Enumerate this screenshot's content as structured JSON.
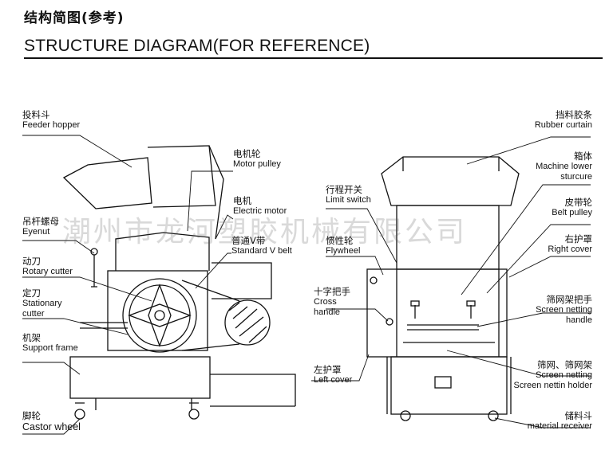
{
  "header": {
    "title_cn": "结构简图(参考)",
    "title_en": "STRUCTURE DIAGRAM(FOR REFERENCE)"
  },
  "watermark": "潮州市龙河塑胶机械有限公司",
  "left_labels": {
    "feeder_hopper": {
      "cn": "投料斗",
      "en": "Feeder hopper"
    },
    "motor_pulley": {
      "cn": "电机轮",
      "en": "Motor pulley"
    },
    "electric_motor": {
      "cn": "电机",
      "en": "Electric motor"
    },
    "v_belt": {
      "cn": "普通V带",
      "en": "Standard V belt"
    },
    "eyenut": {
      "cn": "吊杆螺母",
      "en": "Eyenut"
    },
    "rotary_cutter": {
      "cn": "动刀",
      "en": "Rotary cutter"
    },
    "stationary_cutter": {
      "cn": "定刀",
      "en": "Stationary cutter"
    },
    "support_frame": {
      "cn": "机架",
      "en": "Support frame"
    },
    "castor_wheel": {
      "cn": "脚轮",
      "en": "Castor wheel"
    }
  },
  "right_labels": {
    "rubber_curtain": {
      "cn": "挡料胶条",
      "en": "Rubber curtain"
    },
    "machine_lower": {
      "cn": "箱体",
      "en": "Machine lower sturcure"
    },
    "belt_pulley": {
      "cn": "皮带轮",
      "en": "Belt pulley"
    },
    "right_cover": {
      "cn": "右护罩",
      "en": "Right cover"
    },
    "limit_switch": {
      "cn": "行程开关",
      "en": "Limit switch"
    },
    "flywheel": {
      "cn": "惯性轮",
      "en": "Flywheel"
    },
    "cross_handle": {
      "cn": "十字把手",
      "en": "Cross handle"
    },
    "screen_netting_handle": {
      "cn": "筛网架把手",
      "en": "Screen netting handle"
    },
    "screen_netting_holder": {
      "cn": "筛网、筛网架",
      "en": "Screen netting Screen nettin holder"
    },
    "left_cover": {
      "cn": "左护罩",
      "en": "Left cover"
    },
    "material_receiver": {
      "cn": "储料斗",
      "en": "material receiver"
    }
  },
  "colors": {
    "ink": "#111111",
    "watermark": "#808080"
  }
}
